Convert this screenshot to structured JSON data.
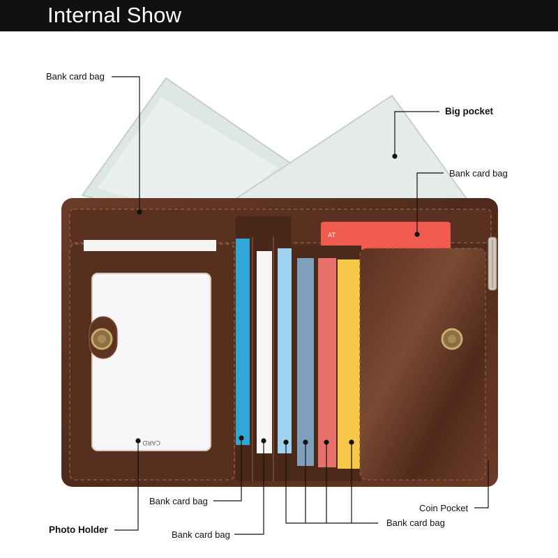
{
  "header": {
    "title": "Internal Show"
  },
  "labels": {
    "bank_card_bag_top_left": "Bank card bag",
    "big_pocket": "Big pocket",
    "bank_card_bag_right": "Bank card bag",
    "bank_card_bag_bottom_1": "Bank card bag",
    "photo_holder": "Photo Holder",
    "bank_card_bag_bottom_2": "Bank card bag",
    "coin_pocket": "Coin Pocket",
    "bank_card_bag_bottom_3": "Bank card bag"
  },
  "colors": {
    "header_bg": "#111111",
    "leather": "#5a3222",
    "leather_dark": "#3e2015",
    "card_blue": "#2fa8d8",
    "card_light_blue": "#9fd2ee",
    "card_gray_blue": "#7f9fbf",
    "card_red": "#e8706a",
    "card_yellow": "#f6c84a",
    "card_top_red": "#ef5b4e",
    "paper": "#e6ebe8"
  },
  "icons": [
    "snap-button-icon",
    "zipper-icon"
  ]
}
